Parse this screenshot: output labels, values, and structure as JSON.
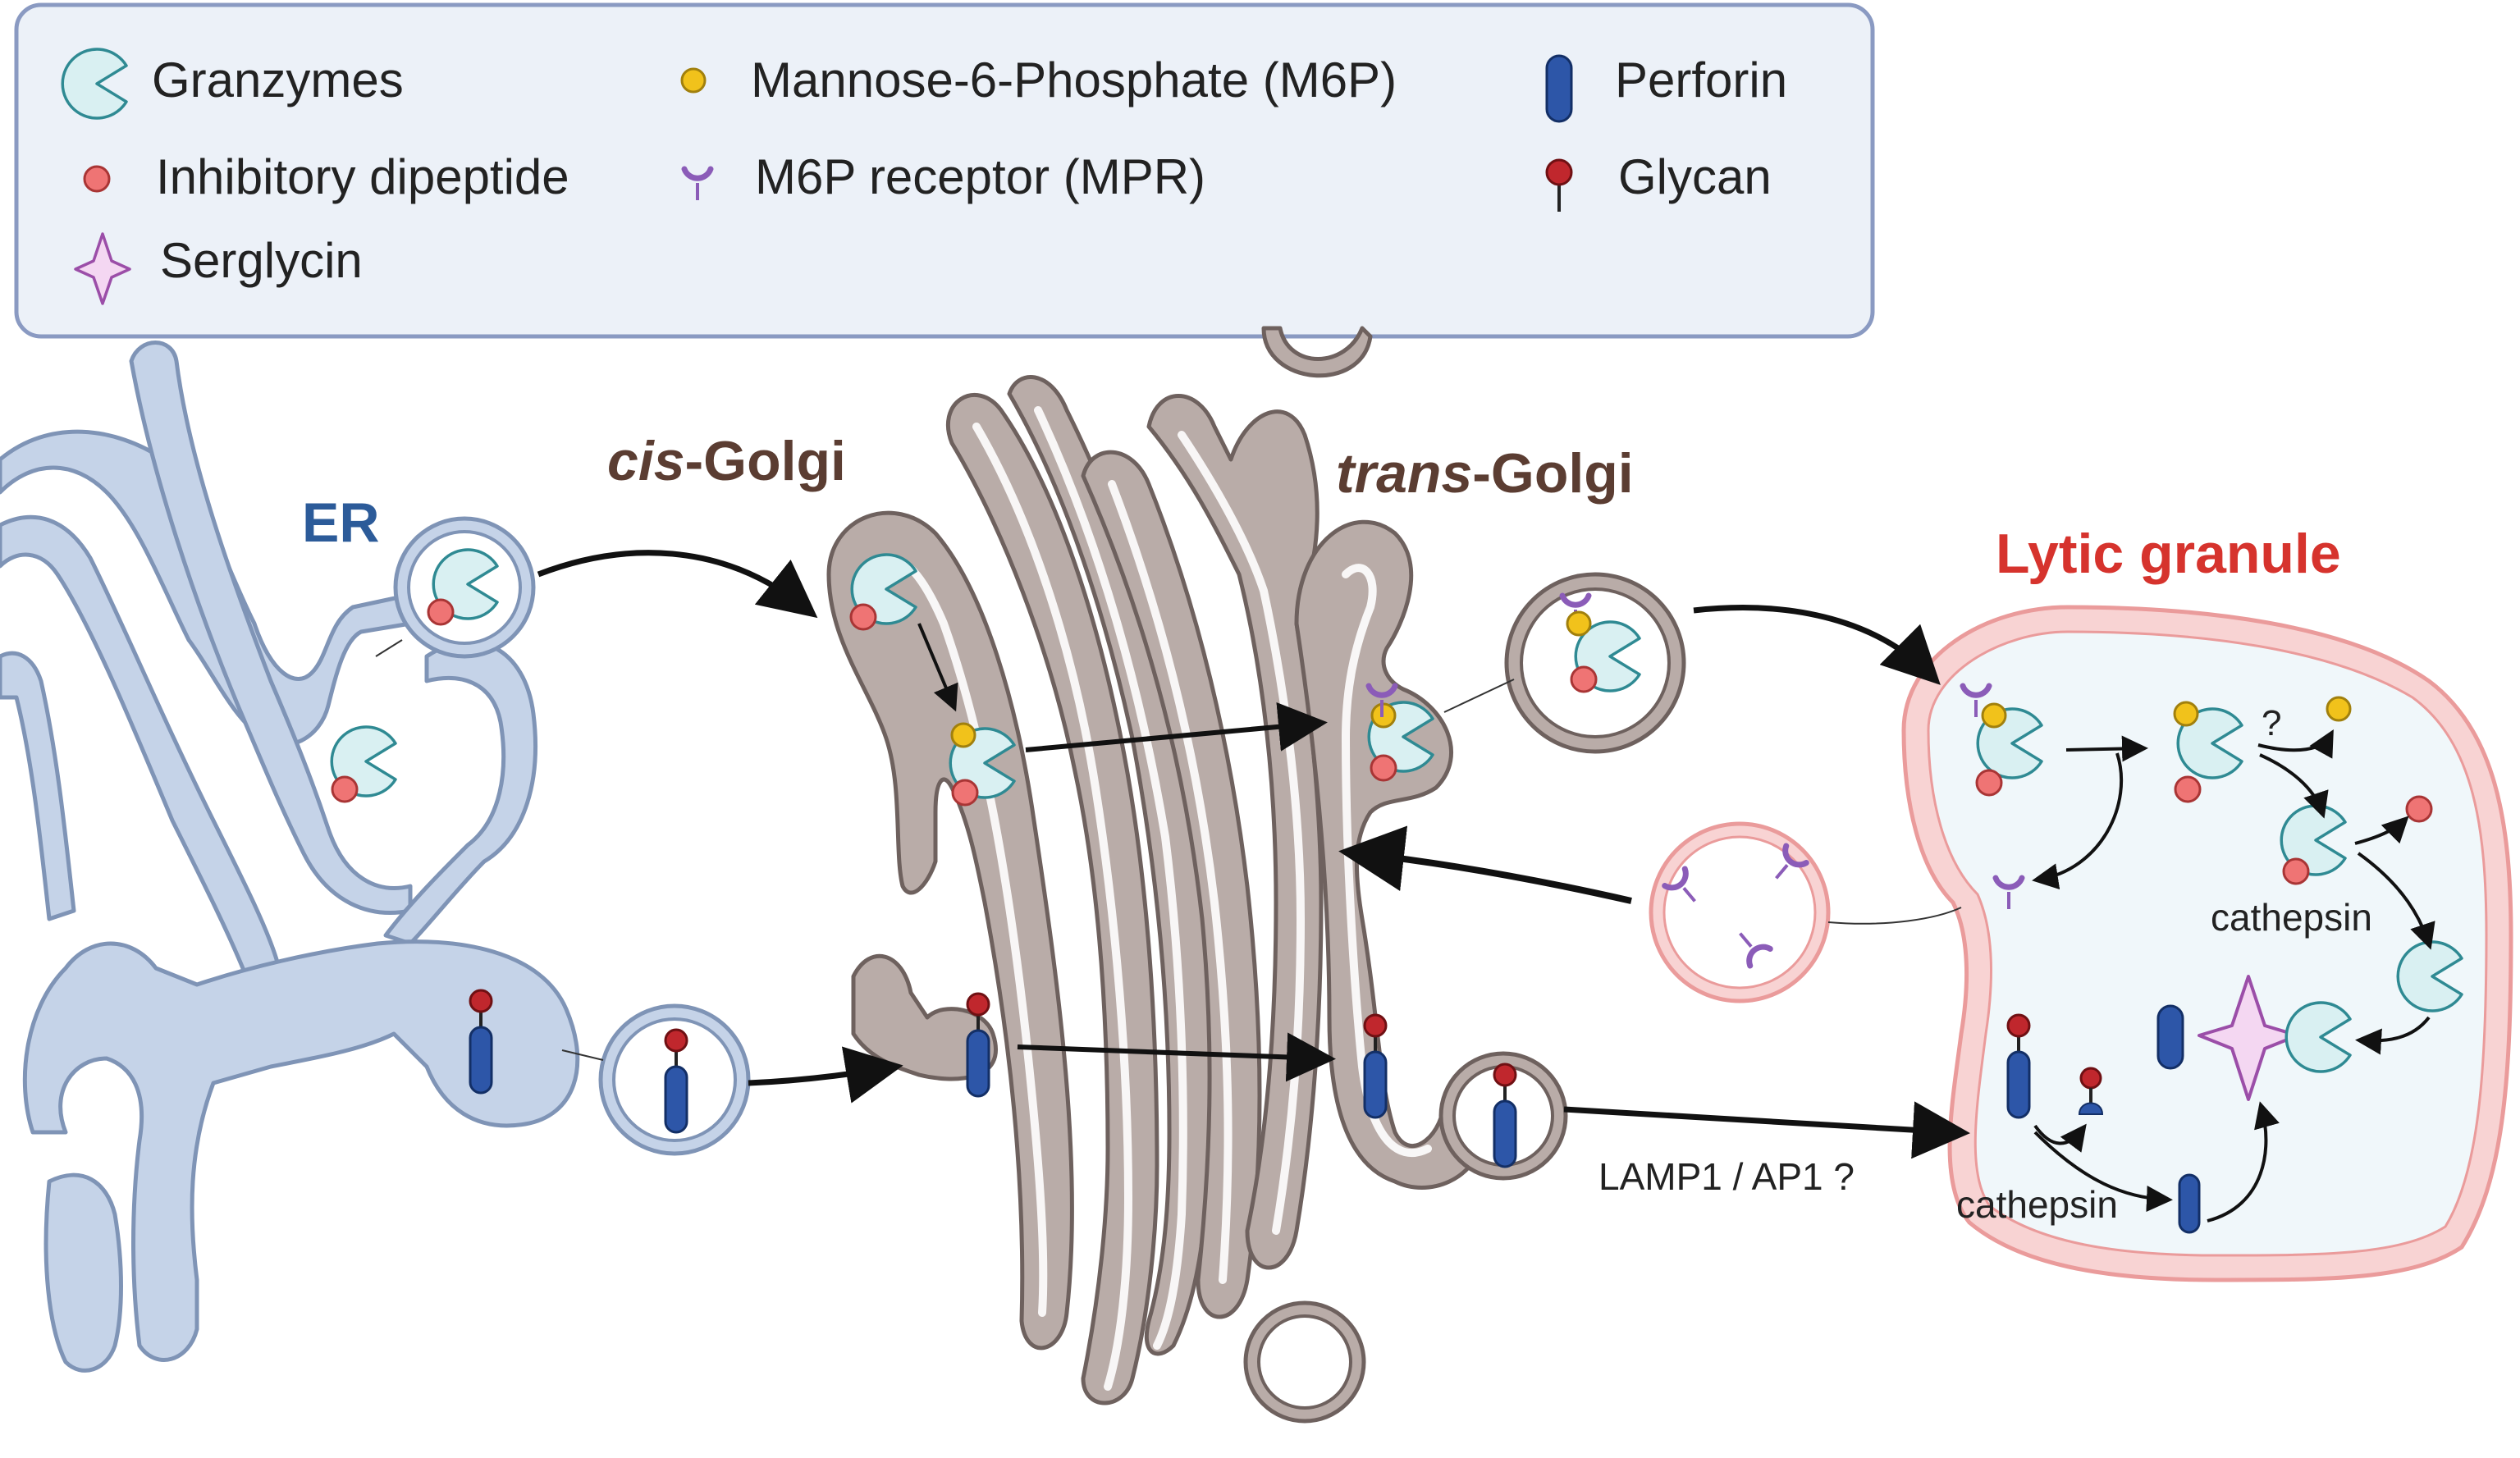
{
  "legend": {
    "granzymes": "Granzymes",
    "inhibitory_dipeptide": "Inhibitory dipeptide",
    "serglycin": "Serglycin",
    "m6p": "Mannose-6-Phosphate (M6P)",
    "mpr": "M6P receptor (MPR)",
    "perforin": "Perforin",
    "glycan": "Glycan"
  },
  "labels": {
    "er": "ER",
    "cis_prefix": "cis",
    "cis_suffix": "-Golgi",
    "trans_prefix": "trans",
    "trans_suffix": "-Golgi",
    "lytic_granule": "Lytic granule",
    "cathepsin_top": "cathepsin",
    "cathepsin_bottom": "cathepsin",
    "lamp1_ap1": "LAMP1 / AP1 ?",
    "question_mark": "?"
  },
  "colors": {
    "er_fill": "#c5d3e8",
    "er_stroke": "#7f94b6",
    "golgi_fill": "#b9aca8",
    "golgi_stroke": "#6e615e",
    "granule_fill": "#f8d3d3",
    "granule_stroke": "#ea9b9b",
    "granzyme": "#d9f0f2",
    "granzyme_stroke": "#2f8a93",
    "dipeptide": "#ef7474",
    "m6p": "#f1c21b",
    "mpr": "#8b5cb8",
    "perforin": "#2d56a8",
    "glycan": "#c0272d",
    "serglycin": "#f4d7f2",
    "er_label": "#2c5b99",
    "golgi_label": "#5b3d32",
    "granule_label": "#d6332d"
  },
  "icons": [
    "granzyme-icon",
    "inhibitory-dipeptide-icon",
    "serglycin-icon",
    "m6p-icon",
    "mpr-icon",
    "perforin-icon",
    "glycan-icon"
  ]
}
